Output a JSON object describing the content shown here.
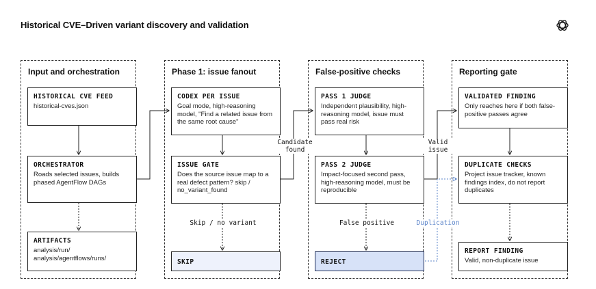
{
  "title": "Historical CVE–Driven variant discovery and validation",
  "logo_icon": "openai-logo-icon",
  "colors": {
    "line": "#222222",
    "accent_blue": "#5b84c9",
    "skip_fill": "#eef2fc",
    "reject_fill": "#d7e2f8"
  },
  "columns": [
    {
      "title": "Input and orchestration"
    },
    {
      "title": "Phase 1: issue fanout"
    },
    {
      "title": "False-positive checks"
    },
    {
      "title": "Reporting gate"
    }
  ],
  "nodes": {
    "historical_cve_feed": {
      "title": "HISTORICAL CVE FEED",
      "body": "historical-cves.json"
    },
    "orchestrator": {
      "title": "ORCHESTRATOR",
      "body": "Roads selected issues, builds phased AgentFlow DAGs"
    },
    "artifacts": {
      "title": "ARTIFACTS",
      "body": "analysis/run/\nanalysis/agentflows/runs/"
    },
    "codex_per_issue": {
      "title": "CODEX PER ISSUE",
      "body": "Goal mode, high-reasoning model, \"Find a related issue from the same root cause\""
    },
    "issue_gate": {
      "title": "ISSUE GATE",
      "body": "Does the source issue map to a real defect pattern? skip / no_variant_found"
    },
    "skip": {
      "title": "SKIP"
    },
    "pass1_judge": {
      "title": "PASS 1 JUDGE",
      "body": "Independent plausibility, high-reasoning model, issue must pass real risk"
    },
    "pass2_judge": {
      "title": "PASS 2 JUDGE",
      "body": "Impact-focused second pass, high-reasoning model, must be reproducible"
    },
    "reject": {
      "title": "REJECT"
    },
    "validated_finding": {
      "title": "VALIDATED FINDING",
      "body": "Only reaches here if both false-positive passes agree"
    },
    "duplicate_checks": {
      "title": "DUPLICATE CHECKS",
      "body": "Project issue tracker, known findings index, do not report duplicates"
    },
    "report_finding": {
      "title": "REPORT FINDING",
      "body": "Valid, non-duplicate issue"
    }
  },
  "edge_labels": {
    "candidate_found": "Candidate\nfound",
    "valid_issue": "Valid\nissue",
    "skip_no_variant": "Skip / no variant",
    "false_positive": "False positive",
    "duplication": "Duplication"
  }
}
